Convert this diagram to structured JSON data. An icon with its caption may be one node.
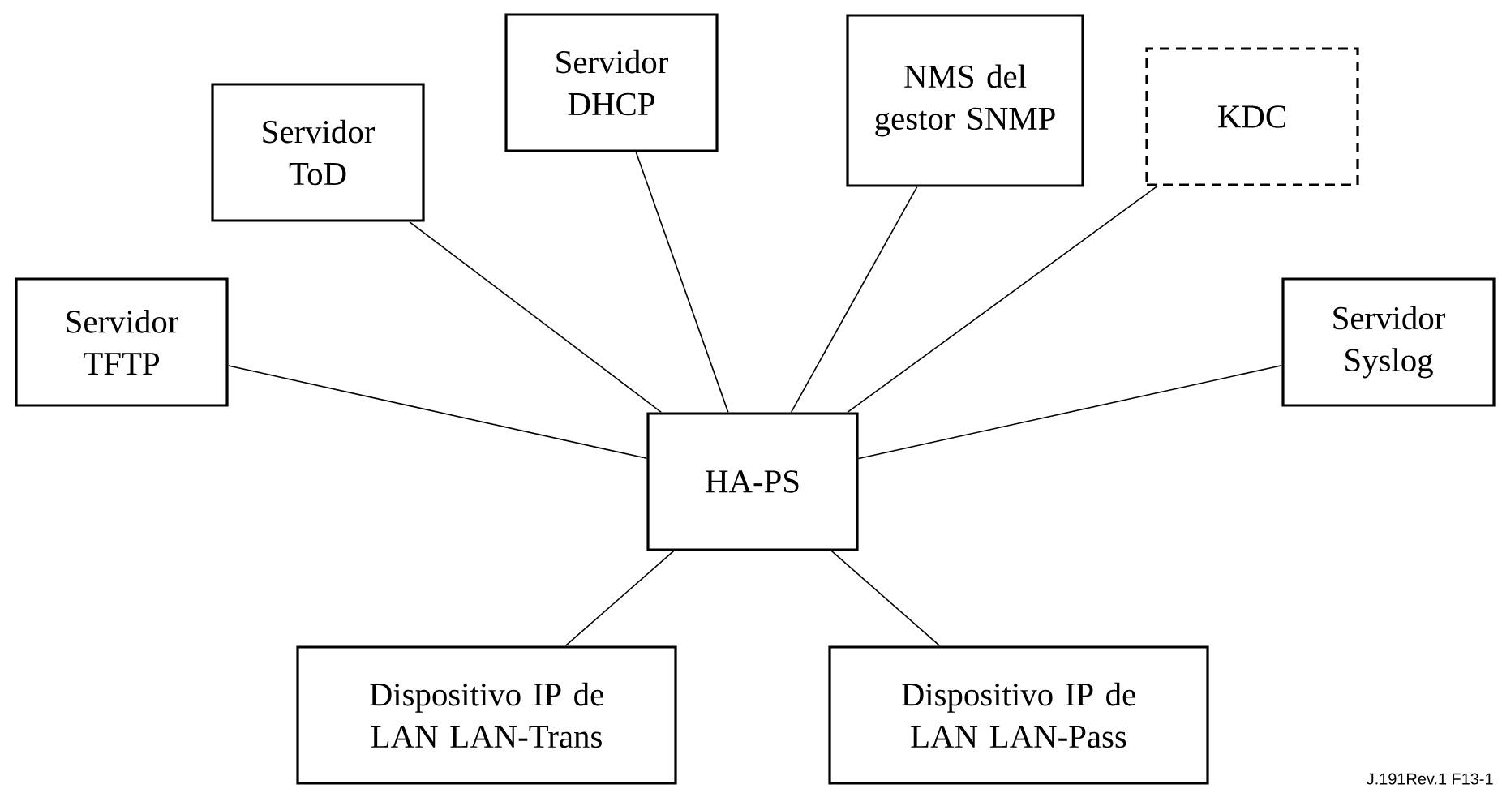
{
  "diagram": {
    "nodes": [
      {
        "text": [
          "Servidor TFTP"
        ]
      },
      {
        "text": [
          "Servidor ToD"
        ]
      },
      {
        "text": [
          "Servidor DHCP"
        ]
      },
      {
        "text": [
          "NMS del gestor SNMP"
        ]
      },
      {
        "text": [
          "KDC"
        ]
      },
      {
        "text": [
          "Servidor Syslog"
        ]
      },
      {
        "text": [
          "HA-PS"
        ]
      },
      {
        "text": [
          "Dispositivo IP de LAN LAN-Trans"
        ]
      },
      {
        "text": [
          "Dispositivo IP de LAN LAN-Pass"
        ]
      }
    ],
    "edges": [
      {
        "from": 0,
        "to": 6,
        "arrow": "none"
      },
      {
        "from": 1,
        "to": 6,
        "arrow": "none"
      },
      {
        "from": 2,
        "to": 6,
        "arrow": "none"
      },
      {
        "from": 3,
        "to": 6,
        "arrow": "none"
      },
      {
        "from": 4,
        "to": 6,
        "arrow": "none"
      },
      {
        "from": 5,
        "to": 6,
        "arrow": "none"
      },
      {
        "from": 6,
        "to": 7,
        "arrow": "none"
      },
      {
        "from": 6,
        "to": 8,
        "arrow": "none"
      }
    ],
    "labels": [
      "J.191Rev.1 F13-1"
    ]
  }
}
